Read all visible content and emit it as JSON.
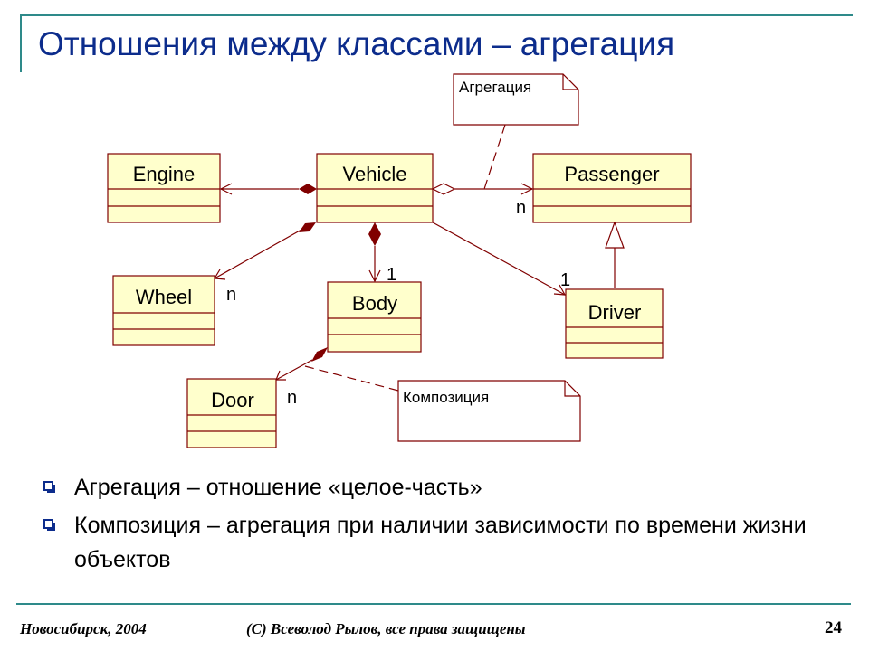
{
  "slide": {
    "title": "Отношения между классами – агрегация",
    "bullets": [
      "Агрегация – отношение «целое-часть»",
      "Композиция – агрегация при наличии зависимости по времени жизни объектов"
    ],
    "footer_left": "Новосибирск, 2004",
    "footer_center": "(C) Всеволод Рылов, все права защищены",
    "page_number": "24"
  },
  "diagram": {
    "classes": {
      "engine": "Engine",
      "vehicle": "Vehicle",
      "passenger": "Passenger",
      "wheel": "Wheel",
      "body": "Body",
      "driver": "Driver",
      "door": "Door"
    },
    "notes": {
      "aggregation": "Агрегация",
      "composition": "Композиция"
    },
    "multiplicities": {
      "passenger": "n",
      "wheel": "n",
      "body": "1",
      "driver": "1",
      "door": "n"
    },
    "colors": {
      "class_fill": "#ffffcc",
      "class_border": "#800000",
      "line": "#800000",
      "diamond_filled": "#800000",
      "title": "#0c2c8c",
      "accent_line": "#2e8a8a"
    }
  }
}
